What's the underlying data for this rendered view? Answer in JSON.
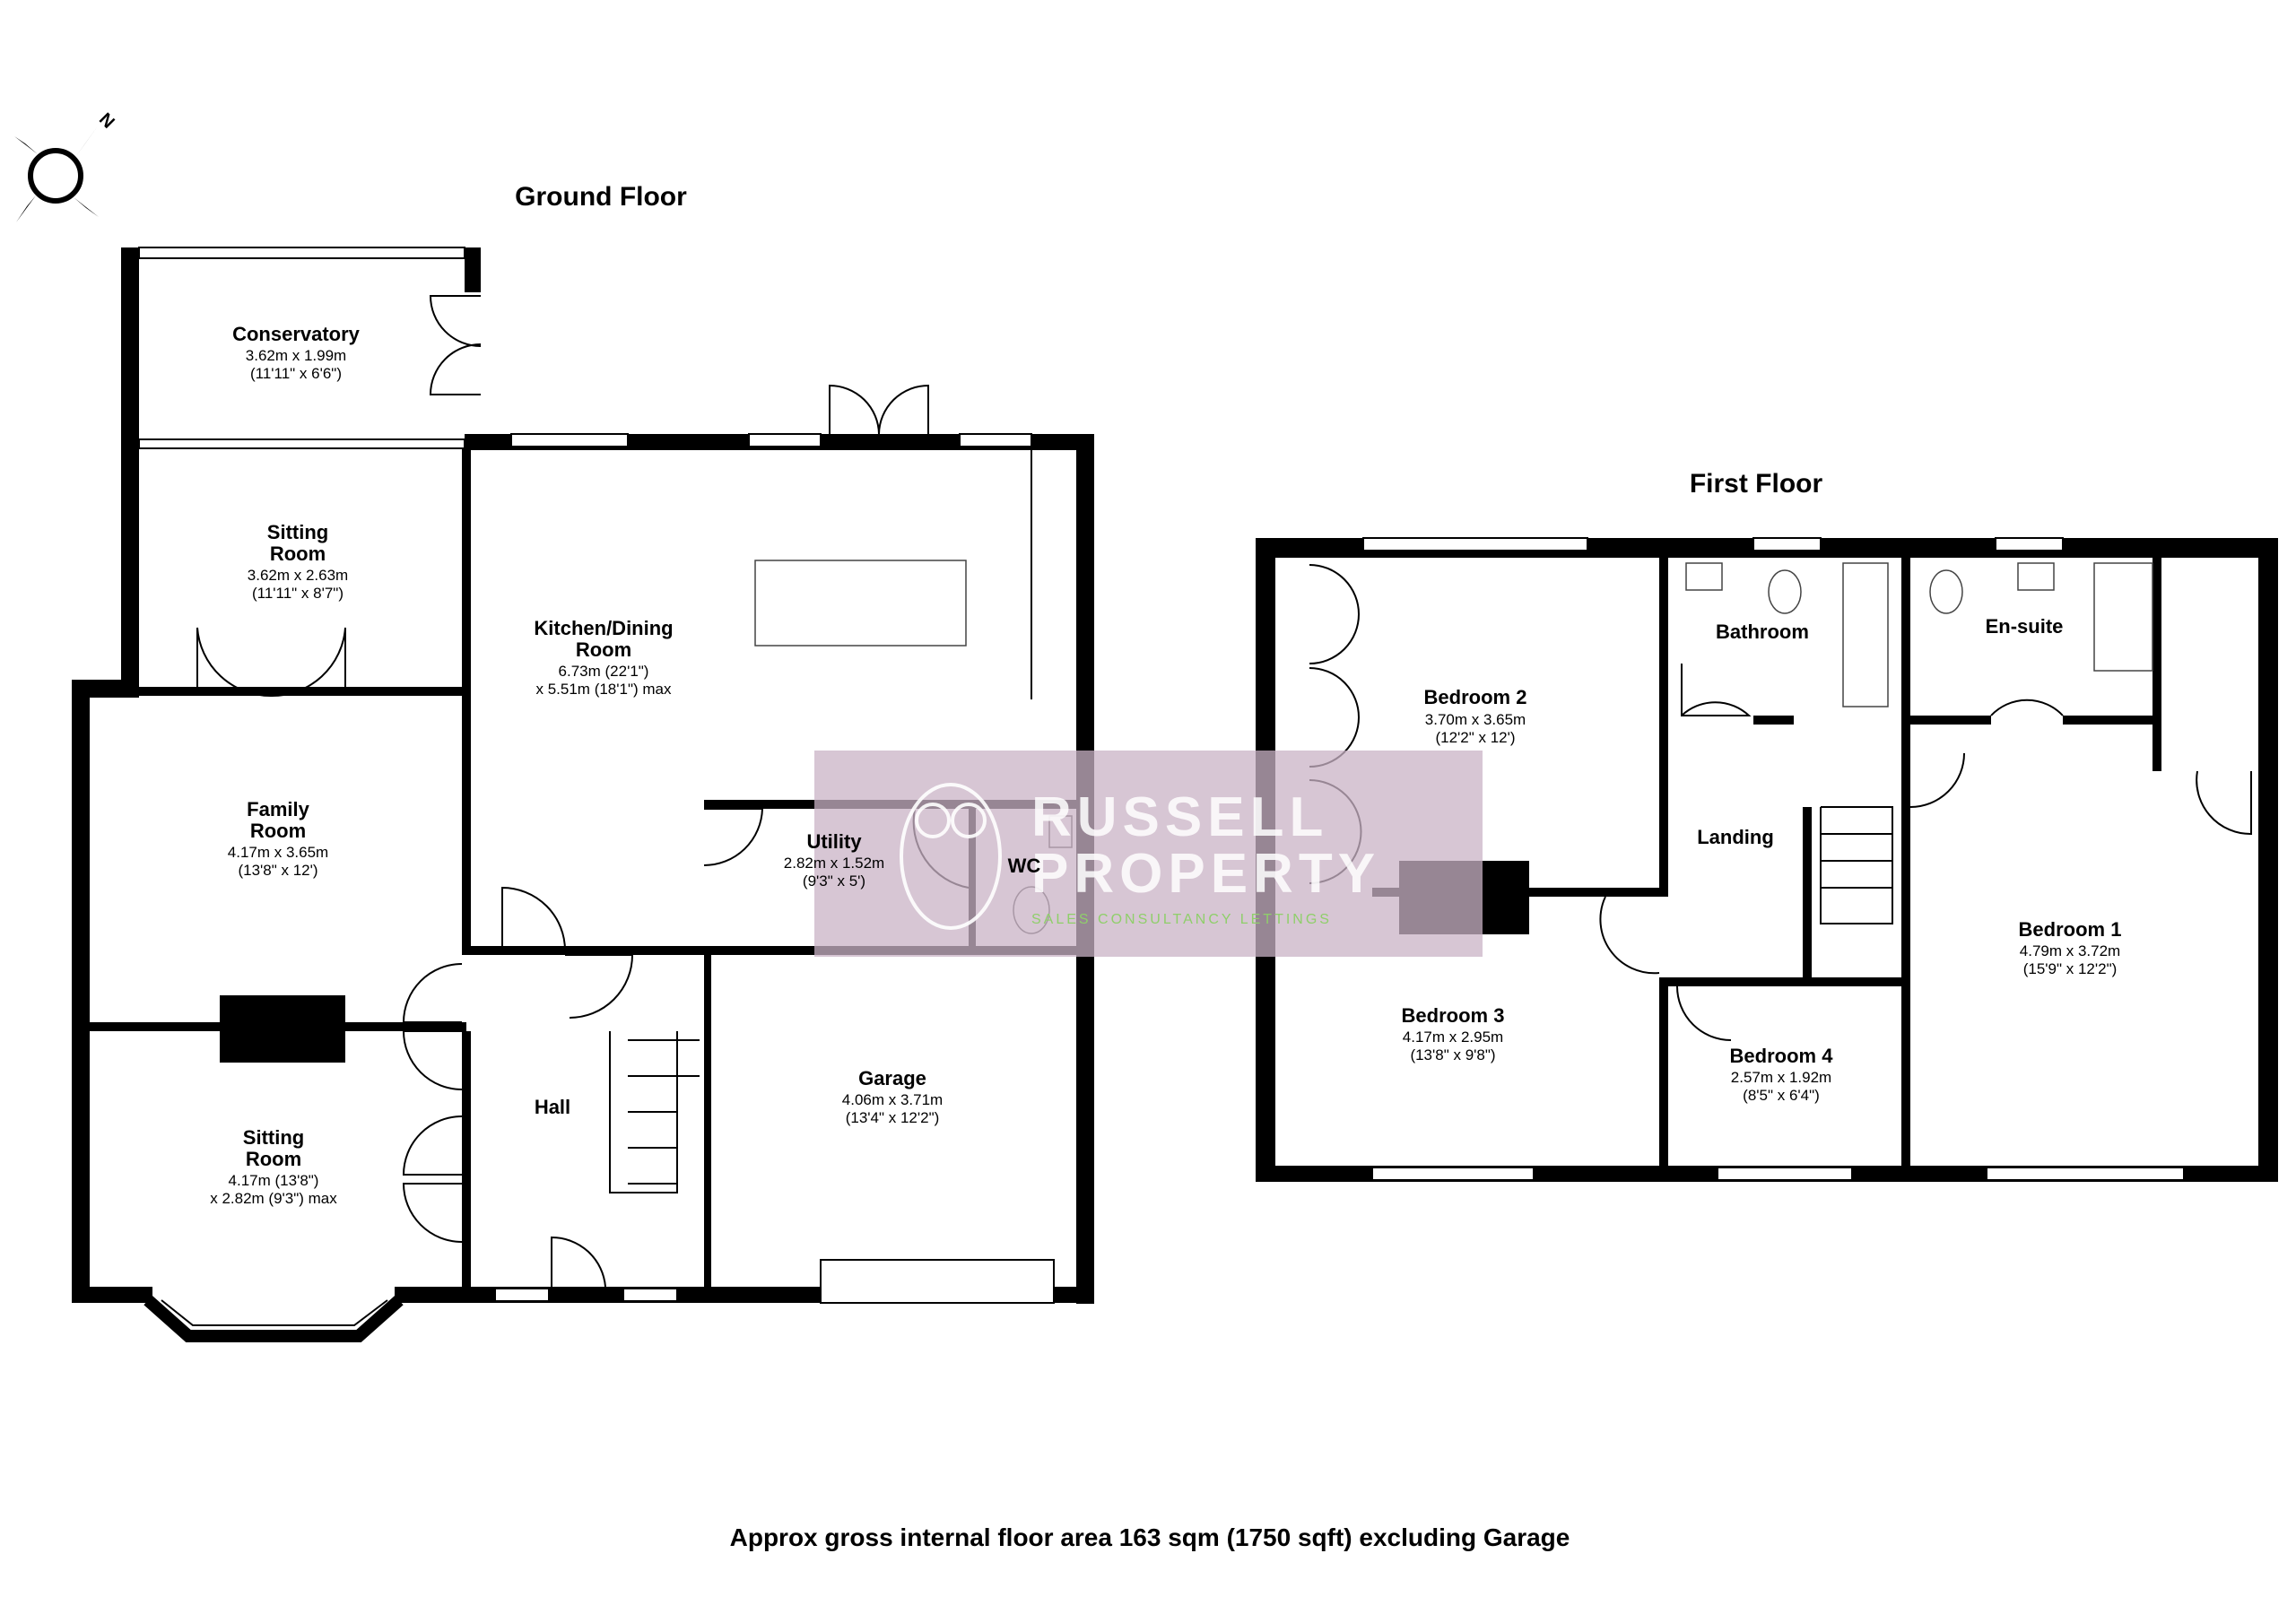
{
  "compass": {
    "north_label": "N",
    "icon": "compass-rose-icon"
  },
  "ground_floor": {
    "title": "Ground Floor",
    "rooms": {
      "conservatory": {
        "name": "Conservatory",
        "dim_metric": "3.62m x 1.99m",
        "dim_imperial": "(11'11\" x 6'6\")"
      },
      "sitting_room_rear": {
        "name_line1": "Sitting",
        "name_line2": "Room",
        "dim_metric": "3.62m x 2.63m",
        "dim_imperial": "(11'11\" x 8'7\")"
      },
      "kitchen_dining": {
        "name_line1": "Kitchen/Dining",
        "name_line2": "Room",
        "dim_line1": "6.73m (22'1\")",
        "dim_line2": "x 5.51m (18'1\") max"
      },
      "family_room": {
        "name_line1": "Family",
        "name_line2": "Room",
        "dim_metric": "4.17m x 3.65m",
        "dim_imperial": "(13'8\" x 12')"
      },
      "utility": {
        "name": "Utility",
        "dim_metric": "2.82m x 1.52m",
        "dim_imperial": "(9'3\" x 5')"
      },
      "wc": {
        "name": "WC"
      },
      "hall": {
        "name": "Hall"
      },
      "garage": {
        "name": "Garage",
        "dim_metric": "4.06m x 3.71m",
        "dim_imperial": "(13'4\" x 12'2\")"
      },
      "sitting_room_front": {
        "name_line1": "Sitting",
        "name_line2": "Room",
        "dim_line1": "4.17m (13'8\")",
        "dim_line2": "x 2.82m (9'3\") max"
      }
    }
  },
  "first_floor": {
    "title": "First Floor",
    "rooms": {
      "bedroom2": {
        "name": "Bedroom 2",
        "dim_metric": "3.70m x 3.65m",
        "dim_imperial": "(12'2\" x 12')"
      },
      "bathroom": {
        "name": "Bathroom"
      },
      "ensuite": {
        "name": "En-suite"
      },
      "landing": {
        "name": "Landing"
      },
      "bedroom1": {
        "name": "Bedroom 1",
        "dim_metric": "4.79m x 3.72m",
        "dim_imperial": "(15'9\" x 12'2\")"
      },
      "bedroom3": {
        "name": "Bedroom 3",
        "dim_metric": "4.17m x 2.95m",
        "dim_imperial": "(13'8\" x 9'8\")"
      },
      "bedroom4": {
        "name": "Bedroom 4",
        "dim_metric": "2.57m x 1.92m",
        "dim_imperial": "(8'5\" x 6'4\")"
      }
    }
  },
  "watermark": {
    "line1": "RUSSELL",
    "line2": "PROPERTY",
    "tagline": "SALES CONSULTANCY LETTINGS",
    "color": "#c9b3c6",
    "accent": "#8fcf6a",
    "logo_icon": "owl-logo-icon"
  },
  "footer": {
    "note": "Approx gross internal floor area 163 sqm (1750 sqft) excluding Garage"
  }
}
